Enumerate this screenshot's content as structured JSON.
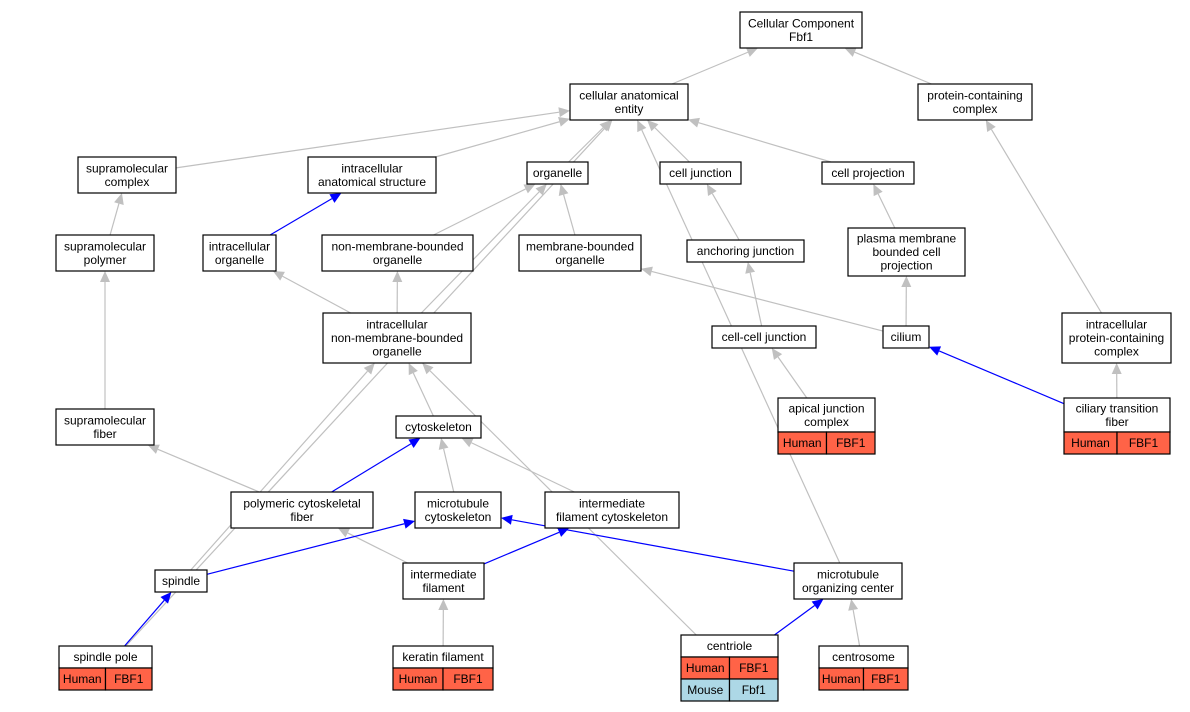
{
  "colors": {
    "edge_gray": "#c0c0c0",
    "edge_blue": "#0000ff",
    "tag_human": "#ff6347",
    "tag_mouse": "#add8e6"
  },
  "nodes": {
    "cc": {
      "lines": [
        "Cellular Component",
        "Fbf1"
      ]
    },
    "cae": {
      "lines": [
        "cellular anatomical",
        "entity"
      ]
    },
    "pcc": {
      "lines": [
        "protein-containing",
        "complex"
      ]
    },
    "smc": {
      "lines": [
        "supramolecular",
        "complex"
      ]
    },
    "ias": {
      "lines": [
        "intracellular",
        "anatomical structure"
      ]
    },
    "org": {
      "lines": [
        "organelle"
      ]
    },
    "cj": {
      "lines": [
        "cell junction"
      ]
    },
    "cp": {
      "lines": [
        "cell projection"
      ]
    },
    "smp": {
      "lines": [
        "supramolecular",
        "polymer"
      ]
    },
    "io": {
      "lines": [
        "intracellular",
        "organelle"
      ]
    },
    "nmbo": {
      "lines": [
        "non-membrane-bounded",
        "organelle"
      ]
    },
    "mbo": {
      "lines": [
        "membrane-bounded",
        "organelle"
      ]
    },
    "aj": {
      "lines": [
        "anchoring junction"
      ]
    },
    "pmbcp": {
      "lines": [
        "plasma membrane",
        "bounded cell",
        "projection"
      ]
    },
    "inmbo": {
      "lines": [
        "intracellular",
        "non-membrane-bounded",
        "organelle"
      ]
    },
    "ccj": {
      "lines": [
        "cell-cell junction"
      ]
    },
    "cil": {
      "lines": [
        "cilium"
      ]
    },
    "ipcc": {
      "lines": [
        "intracellular",
        "protein-containing",
        "complex"
      ]
    },
    "smf": {
      "lines": [
        "supramolecular",
        "fiber"
      ]
    },
    "cyto": {
      "lines": [
        "cytoskeleton"
      ]
    },
    "ajc": {
      "lines": [
        "apical junction",
        "complex"
      ],
      "tags": [
        [
          "Human",
          "FBF1"
        ]
      ]
    },
    "ctf": {
      "lines": [
        "ciliary transition",
        "fiber"
      ],
      "tags": [
        [
          "Human",
          "FBF1"
        ]
      ]
    },
    "pcf": {
      "lines": [
        "polymeric cytoskeletal",
        "fiber"
      ]
    },
    "mtc": {
      "lines": [
        "microtubule",
        "cytoskeleton"
      ]
    },
    "ifc": {
      "lines": [
        "intermediate",
        "filament cytoskeleton"
      ]
    },
    "spi": {
      "lines": [
        "spindle"
      ]
    },
    "if": {
      "lines": [
        "intermediate",
        "filament"
      ]
    },
    "mtoc": {
      "lines": [
        "microtubule",
        "organizing center"
      ]
    },
    "sp": {
      "lines": [
        "spindle pole"
      ],
      "tags": [
        [
          "Human",
          "FBF1"
        ]
      ]
    },
    "kf": {
      "lines": [
        "keratin filament"
      ],
      "tags": [
        [
          "Human",
          "FBF1"
        ]
      ]
    },
    "cen": {
      "lines": [
        "centriole"
      ],
      "tags": [
        [
          "Human",
          "FBF1"
        ],
        [
          "Mouse",
          "Fbf1"
        ]
      ]
    },
    "cs": {
      "lines": [
        "centrosome"
      ],
      "tags": [
        [
          "Human",
          "FBF1"
        ]
      ]
    }
  },
  "edges": [
    [
      "cae",
      "cc",
      "gray"
    ],
    [
      "pcc",
      "cc",
      "gray"
    ],
    [
      "smc",
      "cae",
      "gray"
    ],
    [
      "ias",
      "cae",
      "gray"
    ],
    [
      "org",
      "cae",
      "gray"
    ],
    [
      "cj",
      "cae",
      "gray"
    ],
    [
      "cp",
      "cae",
      "gray"
    ],
    [
      "sp",
      "cae",
      "gray"
    ],
    [
      "mtoc",
      "cae",
      "gray"
    ],
    [
      "smp",
      "smc",
      "gray"
    ],
    [
      "io",
      "ias",
      "blue"
    ],
    [
      "nmbo",
      "org",
      "gray"
    ],
    [
      "mbo",
      "org",
      "gray"
    ],
    [
      "inmbo",
      "org",
      "gray"
    ],
    [
      "aj",
      "cj",
      "gray"
    ],
    [
      "pmbcp",
      "cp",
      "gray"
    ],
    [
      "inmbo",
      "io",
      "gray"
    ],
    [
      "inmbo",
      "nmbo",
      "gray"
    ],
    [
      "cil",
      "mbo",
      "gray"
    ],
    [
      "ccj",
      "aj",
      "gray"
    ],
    [
      "cil",
      "pmbcp",
      "gray"
    ],
    [
      "ipcc",
      "pcc",
      "gray"
    ],
    [
      "smf",
      "smp",
      "gray"
    ],
    [
      "cyto",
      "inmbo",
      "gray"
    ],
    [
      "spi",
      "inmbo",
      "gray"
    ],
    [
      "cen",
      "inmbo",
      "gray"
    ],
    [
      "ajc",
      "ccj",
      "gray"
    ],
    [
      "ctf",
      "cil",
      "blue"
    ],
    [
      "ctf",
      "ipcc",
      "gray"
    ],
    [
      "pcf",
      "smf",
      "gray"
    ],
    [
      "pcf",
      "cyto",
      "blue"
    ],
    [
      "mtc",
      "cyto",
      "gray"
    ],
    [
      "ifc",
      "cyto",
      "gray"
    ],
    [
      "if",
      "pcf",
      "gray"
    ],
    [
      "if",
      "ifc",
      "blue"
    ],
    [
      "spi",
      "mtc",
      "blue"
    ],
    [
      "mtoc",
      "mtc",
      "blue"
    ],
    [
      "sp",
      "spi",
      "blue"
    ],
    [
      "kf",
      "if",
      "gray"
    ],
    [
      "cen",
      "mtoc",
      "blue"
    ],
    [
      "cs",
      "mtoc",
      "gray"
    ]
  ]
}
